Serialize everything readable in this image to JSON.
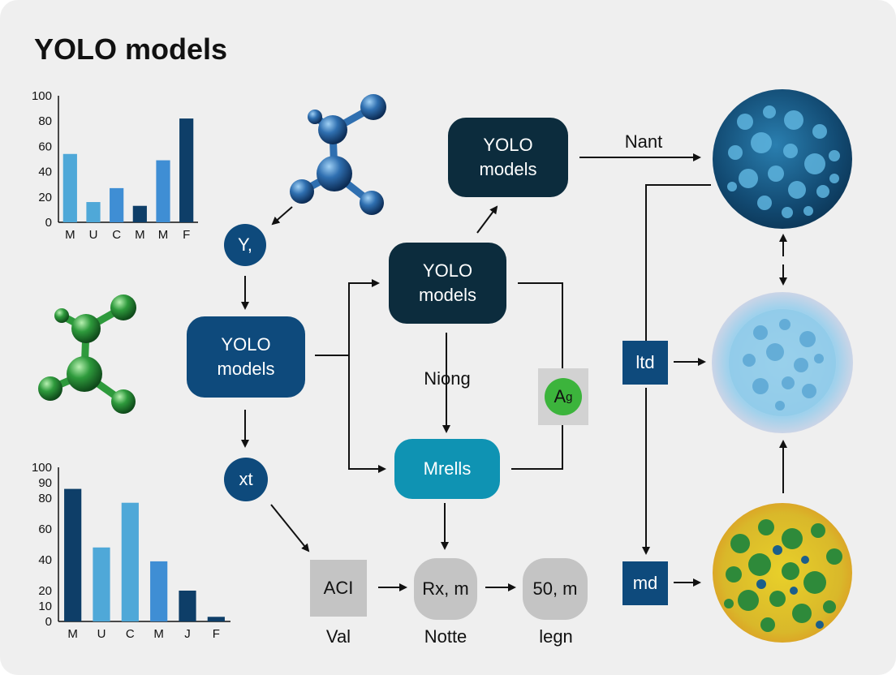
{
  "title": "YOLO models",
  "nodes": {
    "top_model": "YOLO models",
    "mid_model": "YOLO models",
    "left_model": "YOLO models",
    "mrells": "Mrells",
    "y_circle": "Y,",
    "xt_circle": "xt",
    "aci": "ACI",
    "rx": "Rx, m",
    "fifty": "50, m",
    "ltd": "ltd",
    "md": "md",
    "ag_main": "A",
    "ag_sub": "g"
  },
  "labels": {
    "nant": "Nant",
    "niong": "Niong",
    "val": "Val",
    "notte": "Notte",
    "legn": "legn"
  },
  "colors": {
    "dark_box": "#0c2c3d",
    "blue_box": "#0e4a7c",
    "teal_box": "#0f93b3",
    "gray_box": "#c4c4c4",
    "molecule_blue": "#2f6fb0",
    "molecule_green": "#2e9a3c",
    "ag_badge": "#3cb43c"
  },
  "chart_data": [
    {
      "type": "bar",
      "categories": [
        "M",
        "U",
        "C",
        "M",
        "M",
        "F"
      ],
      "values": [
        54,
        16,
        27,
        13,
        49,
        82
      ],
      "ylim": [
        0,
        100
      ],
      "yticks": [
        0,
        20,
        40,
        60,
        80,
        100
      ],
      "colors": [
        "#4fa8d8",
        "#4fa8d8",
        "#3f8ed4",
        "#0e3e68",
        "#3f8ed4",
        "#0e3e68"
      ]
    },
    {
      "type": "bar",
      "categories": [
        "M",
        "U",
        "C",
        "M",
        "J",
        "F"
      ],
      "values": [
        86,
        48,
        77,
        39,
        20,
        3
      ],
      "ylim": [
        0,
        100
      ],
      "yticks": [
        0,
        10,
        20,
        40,
        60,
        80,
        90,
        100
      ],
      "colors": [
        "#0e3e68",
        "#4fa8d8",
        "#4fa8d8",
        "#3f8ed4",
        "#0e3e68",
        "#0e3e68"
      ]
    }
  ]
}
